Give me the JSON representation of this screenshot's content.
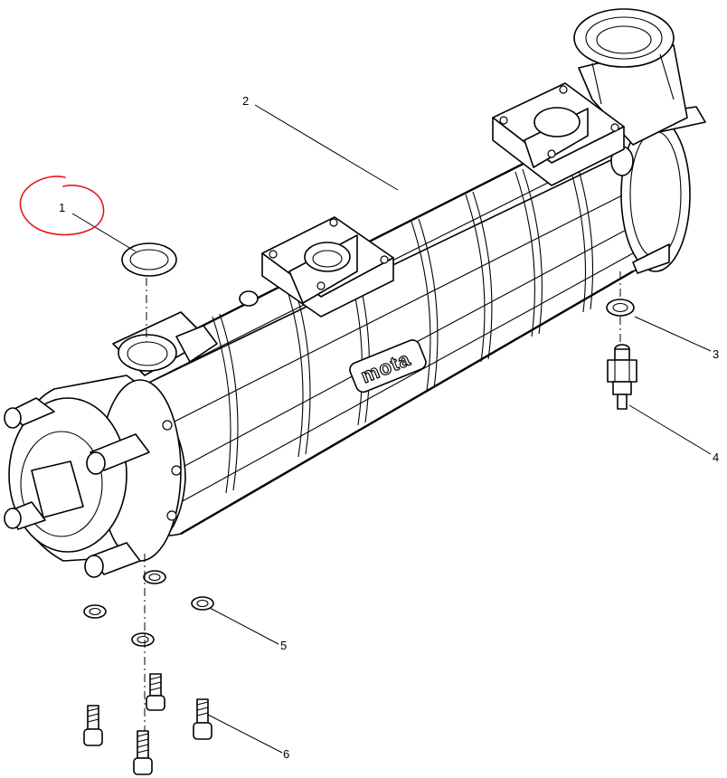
{
  "drawing": {
    "brand_text": "mota",
    "callouts": [
      {
        "id": "1",
        "label": "1"
      },
      {
        "id": "2",
        "label": "2"
      },
      {
        "id": "3",
        "label": "3"
      },
      {
        "id": "4",
        "label": "4"
      },
      {
        "id": "5",
        "label": "5"
      },
      {
        "id": "6",
        "label": "6"
      }
    ],
    "markup_color": "#e8141c",
    "line_color": "#000000"
  }
}
